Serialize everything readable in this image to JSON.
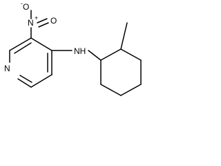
{
  "molecule": {
    "atoms": {
      "oxygen_anion": "O",
      "oxygen_anion_charge": "-",
      "nitro_nitrogen": "N",
      "nitro_nitrogen_charge": "+",
      "nitro_oxygen": "O",
      "ring_nitrogen": "N",
      "amine": "NH"
    },
    "colors": {
      "bond": "#000000",
      "text": "#000000",
      "background": "#ffffff"
    }
  }
}
